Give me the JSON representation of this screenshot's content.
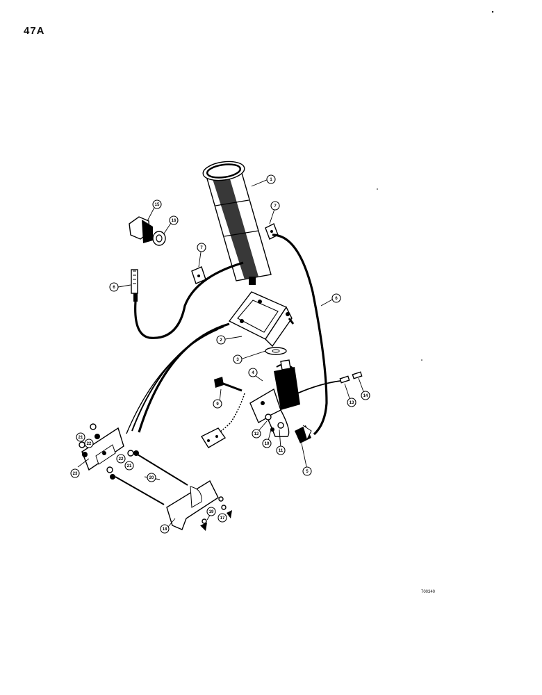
{
  "page": {
    "number": "47A",
    "figure_code": "700340"
  },
  "callouts": [
    {
      "id": "c1",
      "label": "1"
    },
    {
      "id": "c7a",
      "label": "7"
    },
    {
      "id": "c7b",
      "label": "7"
    },
    {
      "id": "c15",
      "label": "15"
    },
    {
      "id": "c16",
      "label": "16"
    },
    {
      "id": "c6a",
      "label": "6"
    },
    {
      "id": "c6b",
      "label": "6"
    },
    {
      "id": "c2",
      "label": "2"
    },
    {
      "id": "c3",
      "label": "3"
    },
    {
      "id": "c4",
      "label": "4"
    },
    {
      "id": "c9",
      "label": "9"
    },
    {
      "id": "c12",
      "label": "12"
    },
    {
      "id": "c10",
      "label": "10"
    },
    {
      "id": "c11",
      "label": "11"
    },
    {
      "id": "c5",
      "label": "5"
    },
    {
      "id": "c13",
      "label": "13"
    },
    {
      "id": "c14",
      "label": "14"
    },
    {
      "id": "c21a",
      "label": "21"
    },
    {
      "id": "c22a",
      "label": "22"
    },
    {
      "id": "c22b",
      "label": "22"
    },
    {
      "id": "c21b",
      "label": "21"
    },
    {
      "id": "c23",
      "label": "23"
    },
    {
      "id": "c20",
      "label": "20"
    },
    {
      "id": "c18",
      "label": "18"
    },
    {
      "id": "c19",
      "label": "19"
    },
    {
      "id": "c17",
      "label": "17"
    }
  ]
}
